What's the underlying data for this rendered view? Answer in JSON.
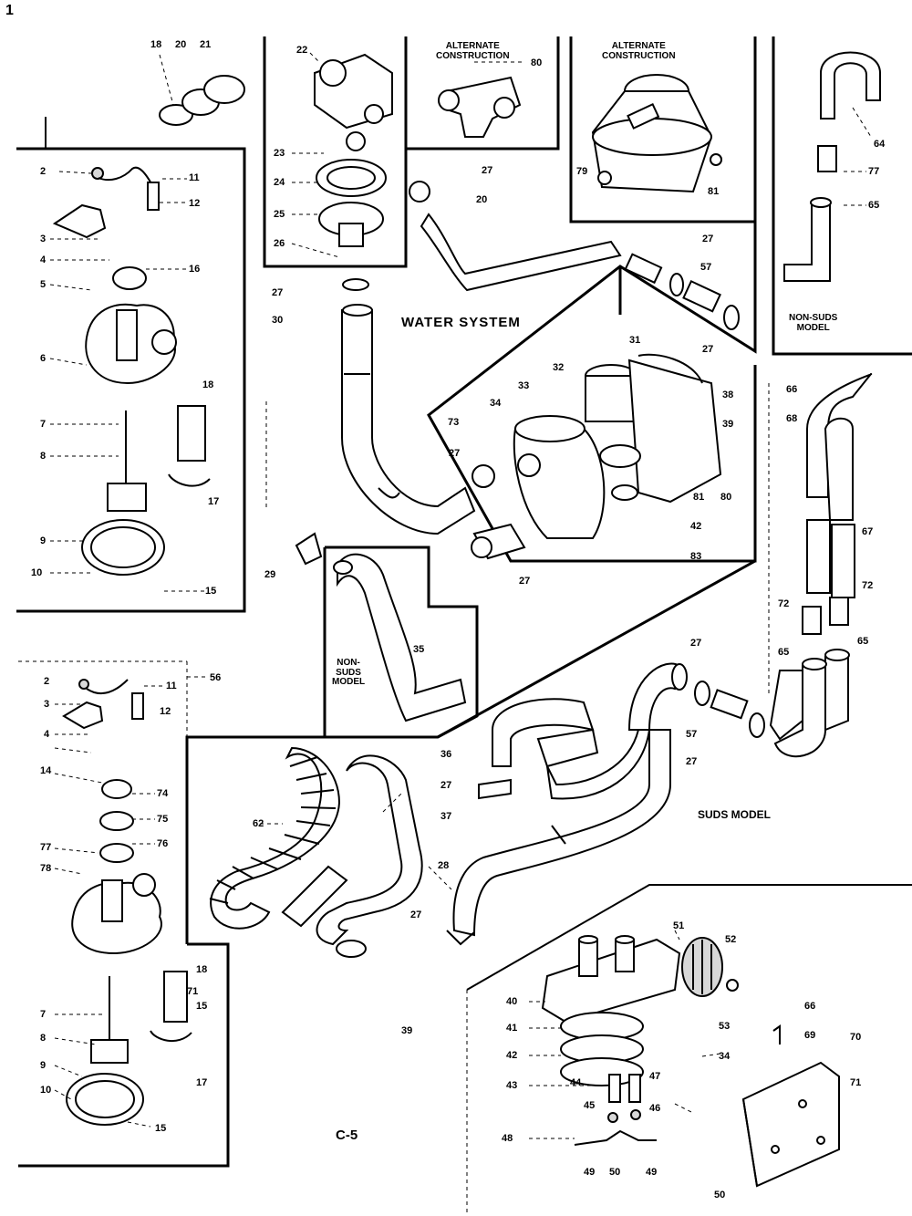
{
  "diagram": {
    "sheet_number": "1",
    "page_code": "C-5",
    "titles": {
      "water_system": "WATER SYSTEM",
      "alt_construction_1_line1": "ALTERNATE",
      "alt_construction_1_line2": "CONSTRUCTION",
      "alt_construction_2_line1": "ALTERNATE",
      "alt_construction_2_line2": "CONSTRUCTION",
      "non_suds_right_line1": "NON-SUDS",
      "non_suds_right_line2": "MODEL",
      "non_suds_center_line1": "NON-",
      "non_suds_center_line2": "SUDS",
      "non_suds_center_line3": "MODEL",
      "suds_model": "SUDS MODEL"
    },
    "part_numbers": {
      "p18": "18",
      "p20": "20",
      "p21": "21",
      "p22": "22",
      "p23": "23",
      "p24": "24",
      "p25": "25",
      "p26": "26",
      "p27a": "27",
      "p20b": "20",
      "p80a": "80",
      "p79": "79",
      "p81a": "81",
      "p27b": "27",
      "p57a": "57",
      "p27c": "27",
      "p30": "30",
      "p64": "64",
      "p77": "77",
      "p65a": "65",
      "p2a": "2",
      "p11a": "11",
      "p12a": "12",
      "p3a": "3",
      "p4a": "4",
      "p16a": "16",
      "p5a": "5",
      "p6a": "6",
      "p18b": "18",
      "p7a": "7",
      "p8a": "8",
      "p17a": "17",
      "p9a": "9",
      "p10a": "10",
      "p15a": "15",
      "p31": "31",
      "p32": "32",
      "p33": "33",
      "p34a": "34",
      "p73": "73",
      "p27d": "27",
      "p27e": "27",
      "p38": "38",
      "p39": "39",
      "p81b": "81",
      "p80b": "80",
      "p42a": "42",
      "p83": "83",
      "p27f": "27",
      "p29": "29",
      "p66": "66",
      "p68": "68",
      "p67": "67",
      "p72a": "72",
      "p72b": "72",
      "p65b": "65",
      "p65c": "65",
      "p35": "35",
      "p2b": "2",
      "p11b": "11",
      "p12b": "12",
      "p56": "56",
      "p3b": "3",
      "p4b": "4",
      "p14": "14",
      "p74": "74",
      "p75": "75",
      "p76": "76",
      "p77b": "77",
      "p78": "78",
      "p18c": "18",
      "p71": "71",
      "p15b": "15",
      "p7b": "7",
      "p8b": "8",
      "p9b": "9",
      "p10b": "10",
      "p17b": "17",
      "p15c": "15",
      "p27g": "27",
      "p57b": "57",
      "p27h": "27",
      "p36": "36",
      "p27i": "27",
      "p37": "37",
      "p62": "62",
      "p28": "28",
      "p27j": "27",
      "p51": "51",
      "p52": "52",
      "p53": "53",
      "p40": "40",
      "p41": "41",
      "p42b": "42",
      "p34b": "34",
      "p43": "43",
      "p44": "44",
      "p47": "47",
      "p45": "45",
      "p46": "46",
      "p48": "48",
      "p49a": "49",
      "p50a": "50",
      "p49b": "49",
      "p50b": "50",
      "p39b": "39",
      "p69": "69",
      "p70": "70",
      "p71b": "71",
      "p66b": "66"
    },
    "colors": {
      "ink": "#000000",
      "paper": "#ffffff",
      "shade": "#d8d8d8"
    },
    "icons": [
      "hose-icon",
      "pump-icon",
      "valve-icon",
      "clamp-icon",
      "bracket-icon"
    ]
  }
}
